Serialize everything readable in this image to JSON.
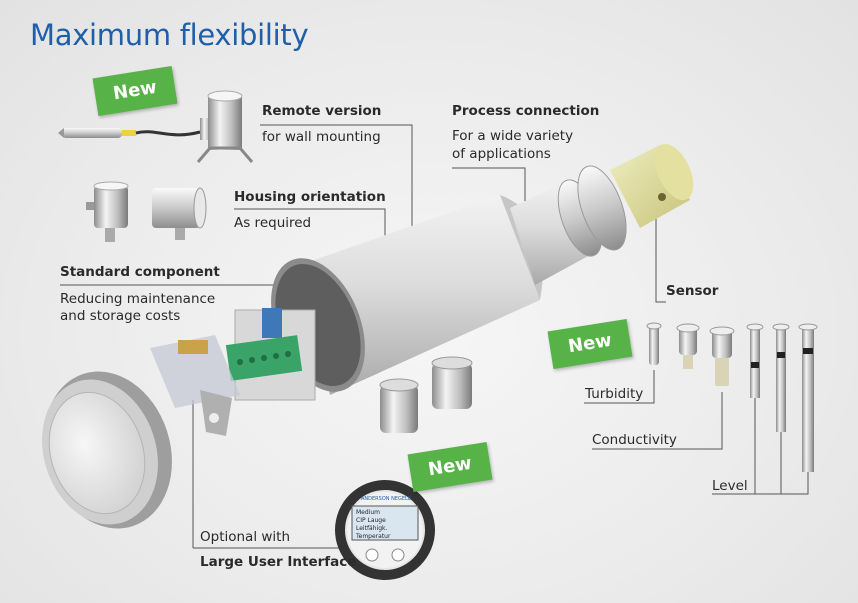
{
  "title": "Maximum flexibility",
  "badges": {
    "new_label": "New"
  },
  "labels": {
    "remote_title": "Remote version",
    "remote_desc": "for wall mounting",
    "process_title": "Process connection",
    "process_desc_1": "For a wide variety",
    "process_desc_2": "of applications",
    "housing_title": "Housing orientation",
    "housing_desc": "As required",
    "standard_title": "Standard component",
    "standard_desc_1": "Reducing maintenance",
    "standard_desc_2": "and storage costs",
    "sensor": "Sensor",
    "turbidity": "Turbidity",
    "conductivity": "Conductivity",
    "level": "Level",
    "optional_1": "Optional with",
    "optional_2": "Large User Interface"
  },
  "display": {
    "brand": "ANDERSON NEGELE",
    "line1": "Medium",
    "line2": "CIP Lauge",
    "line3": "Leitfähigk.",
    "line4": "Temperatur"
  },
  "colors": {
    "title": "#1f5ea8",
    "badge": "#57b248",
    "terminal": "#3aa468"
  }
}
